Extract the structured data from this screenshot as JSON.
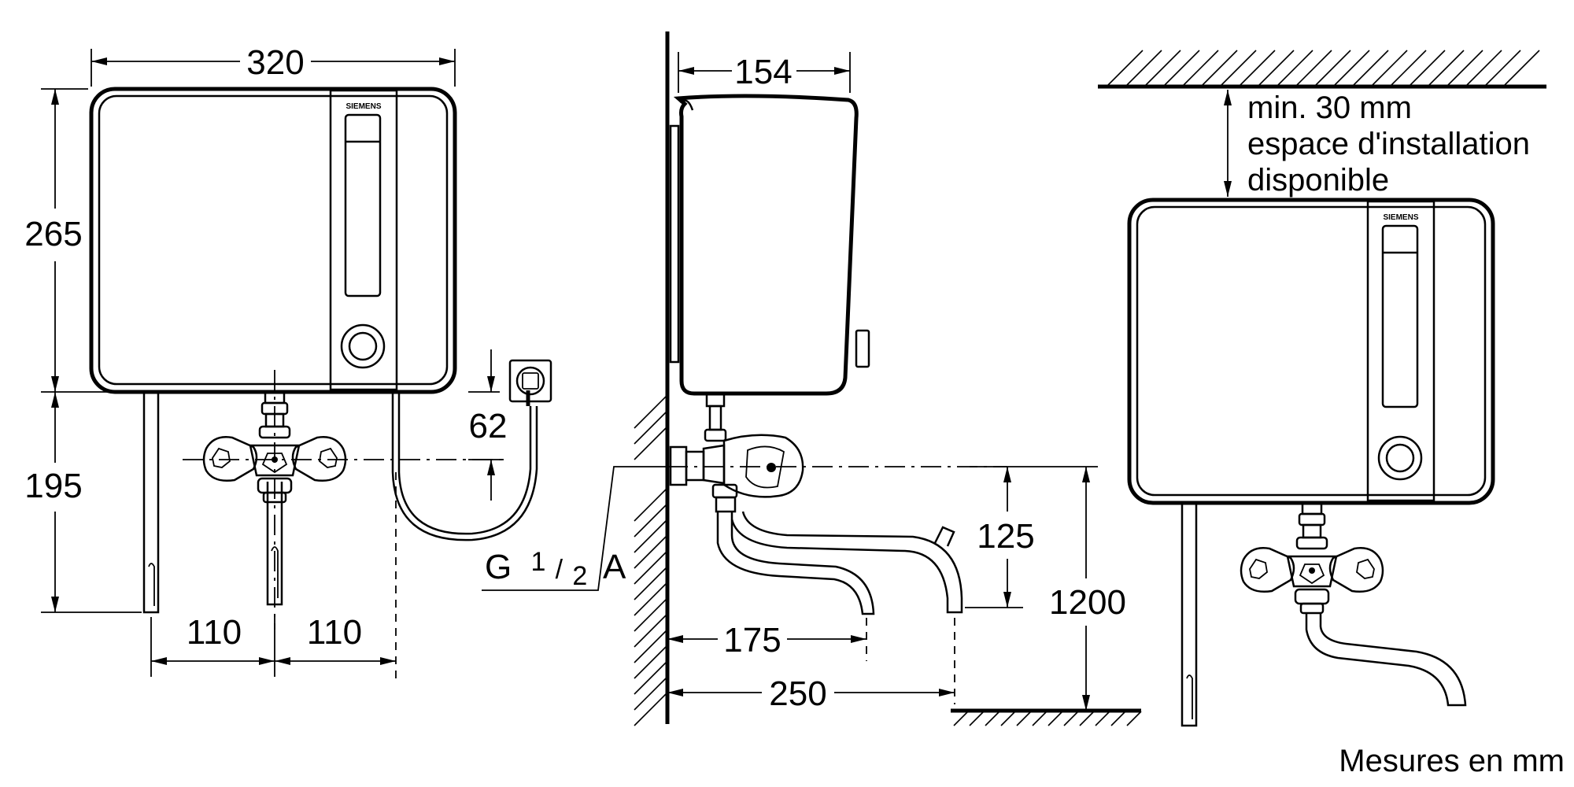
{
  "labels": {
    "width_front": "320",
    "height_unit": "265",
    "below_unit": "195",
    "socket_offset": "62",
    "spacing_left": "110",
    "spacing_right": "110",
    "depth": "154",
    "thread": "G",
    "thread_frac_num": "1",
    "thread_frac_den": "2",
    "thread_suffix": "A",
    "spout_height": "125",
    "mount_height": "1200",
    "spout_short": "175",
    "spout_long": "250",
    "clearance_line1": "min. 30 mm",
    "clearance_line2": "espace d'installation",
    "clearance_line3": "disponible",
    "units": "Mesures en mm",
    "brand_front": "SIEMENS",
    "brand_right": "SIEMENS"
  }
}
